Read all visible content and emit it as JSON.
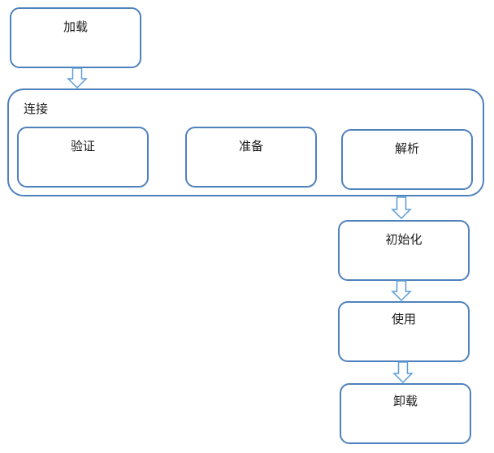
{
  "stages": {
    "load": "加载",
    "link": "连接",
    "verify": "验证",
    "prepare": "准备",
    "resolve": "解析",
    "initialize": "初始化",
    "use": "使用",
    "unload": "卸载"
  },
  "colors": {
    "border": "#4f81bd",
    "arrow_stroke": "#5b9bd5",
    "arrow_fill": "#ffffff"
  }
}
